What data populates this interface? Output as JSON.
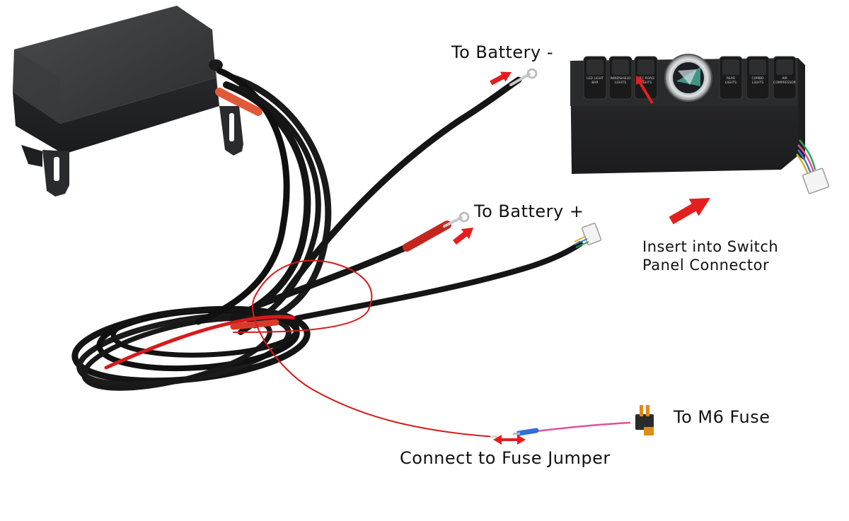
{
  "labels": {
    "battery_negative": "To Battery -",
    "battery_positive": "To Battery +",
    "switch_panel": "Insert into Switch Panel Connector",
    "m6_fuse": "To M6 Fuse",
    "fuse_jumper": "Connect to Fuse Jumper"
  },
  "switch_panel": {
    "switches": [
      {
        "line1": "LED LIGHT",
        "line2": "BAR"
      },
      {
        "line1": "WINDSHIELD",
        "line2": "LIGHTS"
      },
      {
        "line1": "OFF-ROAD",
        "line2": "LIGHTS"
      },
      {
        "line1": "REAR",
        "line2": "LIGHTS"
      },
      {
        "line1": "COMBO",
        "line2": "LIGHTS"
      },
      {
        "line1": "AIR",
        "line2": "COMPRESSOR"
      }
    ]
  },
  "colors": {
    "arrow": "#e41e1e",
    "device_body": "#2a2b2d",
    "wire_sleeve": "#141414",
    "red_wire": "#d81a1a",
    "pink_wire": "#e0509a"
  }
}
